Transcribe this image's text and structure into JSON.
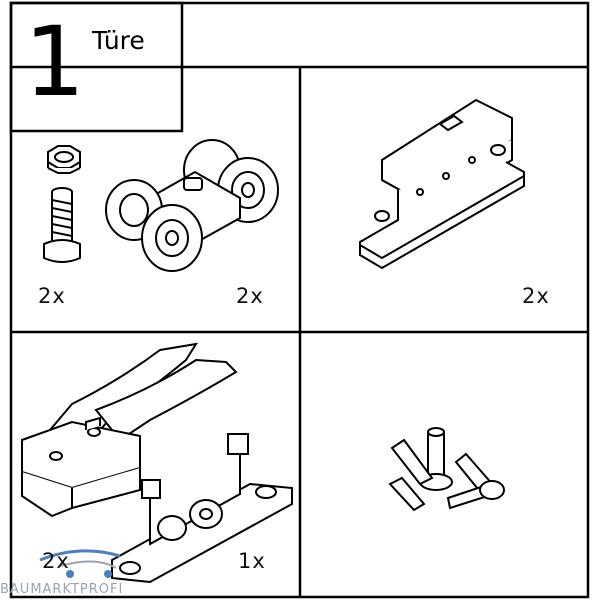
{
  "header": {
    "step_number": "1",
    "step_title": "Türe"
  },
  "panels": {
    "fasteners_roller": {
      "nut_bolt_qty": "2x",
      "roller_qty": "2x"
    },
    "rail_clamp": {
      "qty": "2x"
    },
    "stopper": {
      "qty": "2x"
    },
    "guide": {
      "qty": "1x"
    },
    "screws": {}
  },
  "watermark": {
    "text": "BAUMARKTPROFI"
  },
  "colors": {
    "line": "#000000",
    "background": "#ffffff",
    "watermark_blue": "#4a7fc0",
    "watermark_grey": "#9aa3ad"
  }
}
